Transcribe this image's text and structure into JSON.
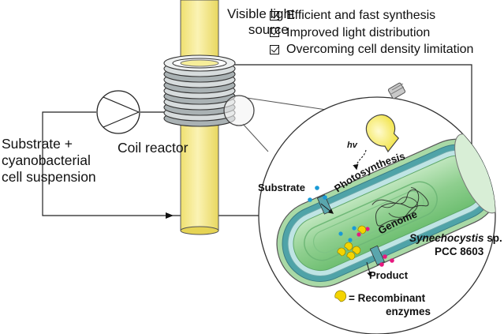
{
  "light_source_label_line1": "Visible light",
  "light_source_label_line2": "source",
  "benefits": [
    "Efficient and fast synthesis",
    "Improved light distribution",
    "Overcoming cell density limitation"
  ],
  "coil_reactor_label": "Coil reactor",
  "feed_label_lines": [
    "Substrate +",
    "cyanobacterial",
    "cell suspension"
  ],
  "cell_labels": {
    "hv": "hv",
    "photosynthesis": "Photosynthesis",
    "substrate": "Substrate",
    "genome": "Genome",
    "organism_italic": "Synechocystis",
    "organism_suffix": " sp.",
    "strain": "PCC 8603",
    "product": "Product",
    "legend_equals": "= Recombinant",
    "legend_line2": "enzymes"
  },
  "colors": {
    "lamp_yellow": "#f6ea86",
    "enzyme_yellow": "#f4d400",
    "substrate_blue": "#1a9ad6",
    "product_magenta": "#e6197f",
    "cell_green": "#8ccf8c",
    "membrane_teal": "#4fa3a8"
  }
}
